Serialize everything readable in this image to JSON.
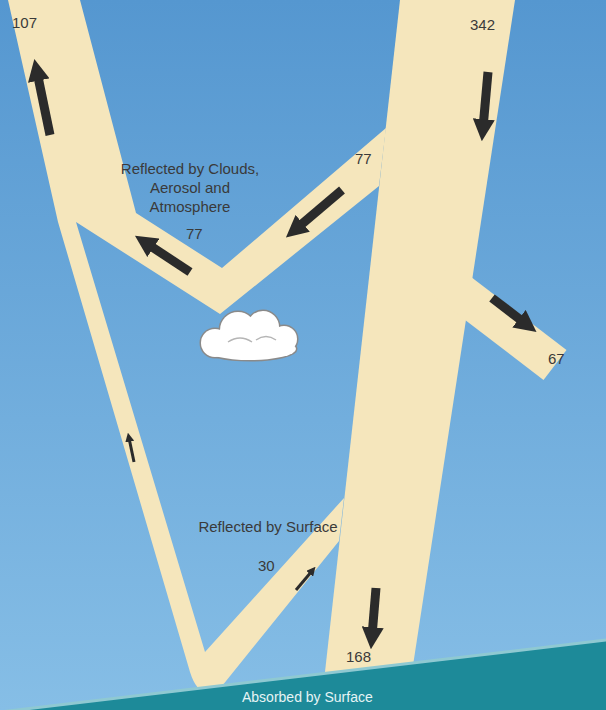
{
  "diagram": {
    "labels": [
      "107",
      "342",
      "Reflected by Clouds, Aerosol and Atmosphere",
      "77",
      "77",
      "67",
      "Reflected by Surface",
      "30",
      "168",
      "Absorbed by Surface"
    ]
  }
}
